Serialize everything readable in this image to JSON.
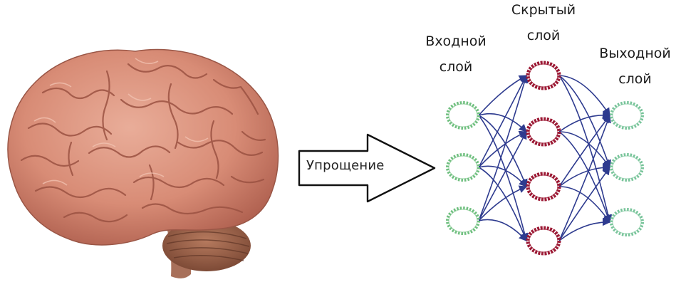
{
  "arrow": {
    "label": "Упрощение"
  },
  "labels": {
    "input": [
      "Входной",
      "слой"
    ],
    "hidden": [
      "Скрытый",
      "слой"
    ],
    "output": [
      "Выходной",
      "слой"
    ]
  },
  "network": {
    "layers": [
      {
        "name": "input",
        "count": 3,
        "color": "#6fbf7f"
      },
      {
        "name": "hidden",
        "count": 4,
        "color": "#9c1a35"
      },
      {
        "name": "output",
        "count": 3,
        "color": "#78c49a"
      }
    ],
    "edge_color": "#2e3b8f"
  }
}
